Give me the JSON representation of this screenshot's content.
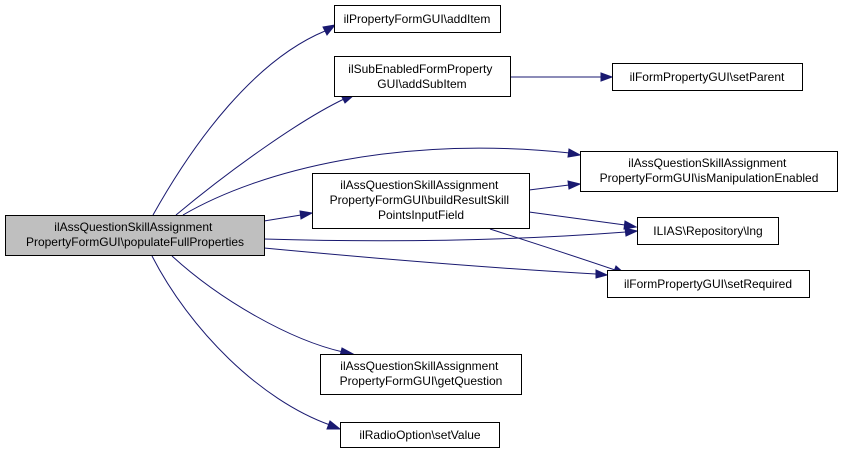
{
  "colors": {
    "edge": "#191970",
    "root_fill": "#bfbfbf",
    "node_fill": "#ffffff",
    "node_stroke": "#000000"
  },
  "nodes": {
    "root": {
      "lines": [
        "ilAssQuestionSkillAssignment",
        "PropertyFormGUI\\populateFullProperties"
      ]
    },
    "add_item": {
      "lines": [
        "ilPropertyFormGUI\\addItem"
      ]
    },
    "add_sub_item": {
      "lines": [
        "ilSubEnabledFormProperty",
        "GUI\\addSubItem"
      ]
    },
    "set_parent": {
      "lines": [
        "ilFormPropertyGUI\\setParent"
      ]
    },
    "is_manipulation_enabled": {
      "lines": [
        "ilAssQuestionSkillAssignment",
        "PropertyFormGUI\\isManipulationEnabled"
      ]
    },
    "build_result": {
      "lines": [
        "ilAssQuestionSkillAssignment",
        "PropertyFormGUI\\buildResultSkill",
        "PointsInputField"
      ]
    },
    "lng": {
      "lines": [
        "ILIAS\\Repository\\lng"
      ]
    },
    "set_required": {
      "lines": [
        "ilFormPropertyGUI\\setRequired"
      ]
    },
    "get_question": {
      "lines": [
        "ilAssQuestionSkillAssignment",
        "PropertyFormGUI\\getQuestion"
      ]
    },
    "set_value": {
      "lines": [
        "ilRadioOption\\setValue"
      ]
    }
  }
}
